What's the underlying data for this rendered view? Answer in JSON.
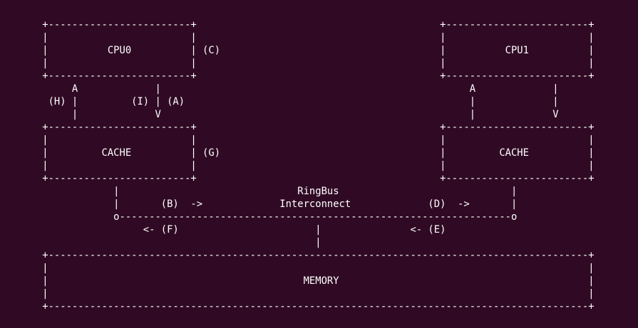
{
  "colors": {
    "background": "#300a24",
    "foreground": "#ffffff"
  },
  "diagram": {
    "components": {
      "cpu_left": "CPU0",
      "cpu_right": "CPU1",
      "cache_left": "CACHE",
      "cache_right": "CACHE",
      "memory": "MEMORY"
    },
    "bus": {
      "line1": "RingBus",
      "line2": "Interconnect"
    },
    "edge_labels": [
      "(A)",
      "(B)",
      "(C)",
      "(D)",
      "(E)",
      "(F)",
      "(G)",
      "(H)",
      "(I)"
    ]
  },
  "terminal": {
    "lines": [
      "       +------------------------+                                         +------------------------+",
      "       |                        |                                         |                        |",
      "       |          CPU0          | (C)                                     |          CPU1          |",
      "       |                        |                                         |                        |",
      "       +------------------------+                                         +------------------------+",
      "            A             |                                                    A             |",
      "        (H) |         (I) | (A)                                                |             |",
      "            |             V                                                    |             V",
      "       +------------------------+                                         +------------------------+",
      "       |                        |                                         |                        |",
      "       |         CACHE          | (G)                                     |         CACHE          |",
      "       |                        |                                         |                        |",
      "       +------------------------+                                         +------------------------+",
      "                   |                              RingBus                             |",
      "                   |       (B)  ->             Interconnect             (D)  ->       |",
      "                   o------------------------------------------------------------------o",
      "                        <- (F)                       |               <- (E)",
      "                                                     |",
      "       +-------------------------------------------------------------------------------------------+",
      "       |                                                                                           |",
      "       |                                           MEMORY                                          |",
      "       |                                                                                           |",
      "       +-------------------------------------------------------------------------------------------+"
    ]
  }
}
